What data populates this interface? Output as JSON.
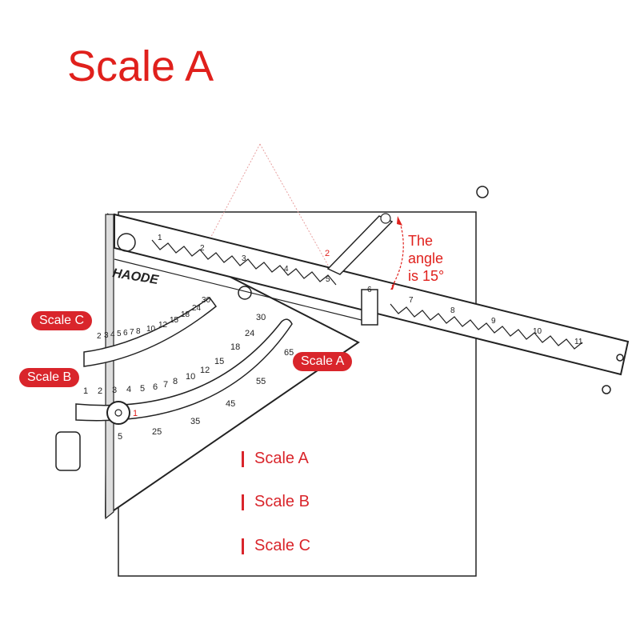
{
  "title": "Scale A",
  "brand": "HAODE",
  "labels": {
    "scale_c": "Scale C",
    "scale_b": "Scale B",
    "scale_a": "Scale A"
  },
  "angle_note": [
    "The",
    "angle",
    "is 15°"
  ],
  "markers": {
    "marker_1": "1",
    "marker_2": "2"
  },
  "legend": [
    "Scale A",
    "Scale B",
    "Scale C"
  ],
  "ruler_numbers_top": [
    "1",
    "2",
    "3",
    "4",
    "5",
    "6",
    "7",
    "8",
    "9",
    "10",
    "11"
  ],
  "scale_a_values": [
    "5",
    "25",
    "35",
    "45",
    "55",
    "65"
  ],
  "scale_b_values": [
    "1",
    "2",
    "3",
    "4",
    "5",
    "6",
    "7",
    "8",
    "10",
    "12",
    "15",
    "18",
    "24",
    "30"
  ],
  "scale_c_values": [
    "2",
    "3",
    "4",
    "5",
    "6",
    "7",
    "8",
    "10",
    "12",
    "15",
    "18",
    "24",
    "30"
  ],
  "colors": {
    "accent": "#e0201c",
    "pill": "#d9252b",
    "line": "#222222"
  }
}
